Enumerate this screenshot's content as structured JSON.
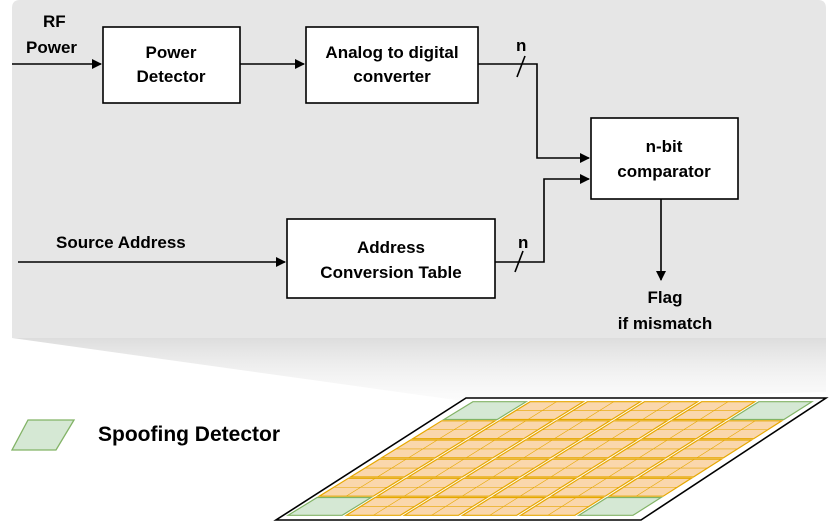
{
  "blocks": {
    "power_detector": [
      "Power",
      "Detector"
    ],
    "adc": [
      "Analog to digital",
      "converter"
    ],
    "comparator": [
      "n-bit",
      "comparator"
    ],
    "address_table": [
      "Address",
      "Conversion Table"
    ]
  },
  "signals": {
    "rf_power": [
      "RF",
      "Power"
    ],
    "source_address": "Source Address",
    "bus_width_top": "n",
    "bus_width_bottom": "n",
    "flag": [
      "Flag",
      "if mismatch"
    ]
  },
  "legend": {
    "label": "Spoofing Detector"
  },
  "colors": {
    "panel": "#e6e6e6",
    "tile_fill": "#fad7ac",
    "tile_stroke": "#e6a700",
    "detector_fill": "#d5e8d4",
    "detector_stroke": "#82b366"
  },
  "grid": {
    "rows": 6,
    "cols": 6,
    "detector_cells": [
      [
        0,
        0
      ],
      [
        0,
        5
      ],
      [
        5,
        0
      ],
      [
        5,
        5
      ]
    ]
  }
}
